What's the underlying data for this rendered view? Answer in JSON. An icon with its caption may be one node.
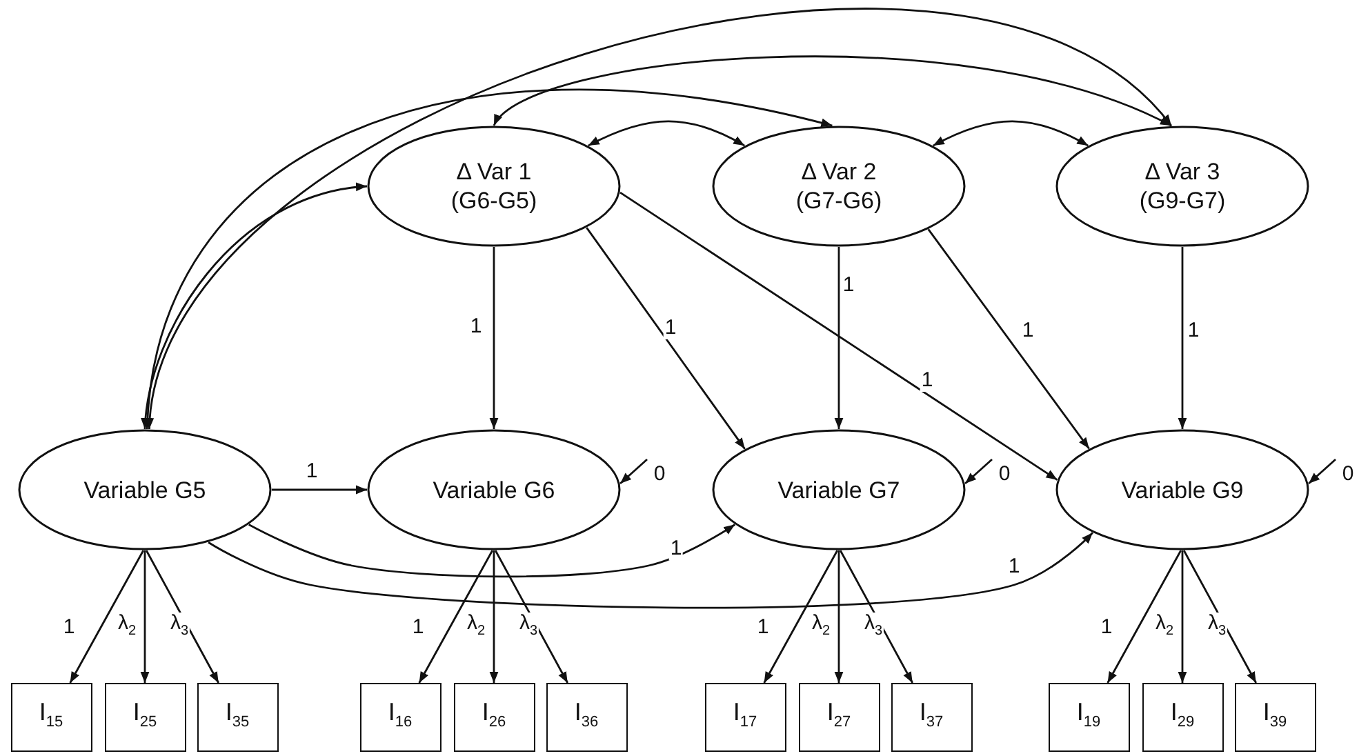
{
  "diagram": {
    "nodes": [
      {
        "text": [
          "Δ Var 1 (G6-G5)"
        ]
      },
      {
        "text": [
          "Δ Var 2 (G7-G6)"
        ]
      },
      {
        "text": [
          "Δ Var 3 (G9-G7)"
        ]
      },
      {
        "text": [
          "Variable G5"
        ]
      },
      {
        "text": [
          "Variable G6"
        ]
      },
      {
        "text": [
          "Variable G7"
        ]
      },
      {
        "text": [
          "Variable G9"
        ]
      },
      {
        "text": [
          "I$_{15}$"
        ]
      },
      {
        "text": [
          "I$_{25}$"
        ]
      },
      {
        "text": [
          "I$_{35}$"
        ]
      },
      {
        "text": [
          "I$_{16}$"
        ]
      },
      {
        "text": [
          "I$_{26}$"
        ]
      },
      {
        "text": [
          "I$_{36}$"
        ]
      },
      {
        "text": [
          "I$_{17}$"
        ]
      },
      {
        "text": [
          "I$_{27}$"
        ]
      },
      {
        "text": [
          "I$_{37}$"
        ]
      },
      {
        "text": [
          "I$_{19}$"
        ]
      },
      {
        "text": [
          "I$_{29}$"
        ]
      },
      {
        "text": [
          "I$_{39}$"
        ]
      }
    ],
    "edges": [
      {
        "from": 3,
        "to": 0,
        "arrow": "both"
      },
      {
        "from": 3,
        "to": 1,
        "arrow": "both"
      },
      {
        "from": 3,
        "to": 2,
        "arrow": "both"
      },
      {
        "from": 0,
        "to": 1,
        "arrow": "both"
      },
      {
        "from": 1,
        "to": 2,
        "arrow": "both"
      },
      {
        "from": 0,
        "to": 2,
        "arrow": "both"
      },
      {
        "from": 0,
        "to": 4,
        "arrow": "to",
        "label": "1"
      },
      {
        "from": 0,
        "to": 5,
        "arrow": "to",
        "label": "1"
      },
      {
        "from": 0,
        "to": 6,
        "arrow": "to",
        "label": "1"
      },
      {
        "from": 1,
        "to": 5,
        "arrow": "to",
        "label": "1"
      },
      {
        "from": 1,
        "to": 6,
        "arrow": "to",
        "label": "1"
      },
      {
        "from": 2,
        "to": 6,
        "arrow": "to",
        "label": "1"
      },
      {
        "from": 3,
        "to": 4,
        "arrow": "to",
        "label": "1"
      },
      {
        "from": 3,
        "to": 5,
        "arrow": "to",
        "label": "1"
      },
      {
        "from": 3,
        "to": 6,
        "arrow": "to",
        "label": "1"
      },
      {
        "from": null,
        "to": 4,
        "arrow": "to",
        "label": "0"
      },
      {
        "from": null,
        "to": 5,
        "arrow": "to",
        "label": "0"
      },
      {
        "from": null,
        "to": 6,
        "arrow": "to",
        "label": "0"
      },
      {
        "from": 3,
        "to": 7,
        "arrow": "to",
        "label": "1"
      },
      {
        "from": 3,
        "to": 8,
        "arrow": "to",
        "label": "λ$_{2}$"
      },
      {
        "from": 3,
        "to": 9,
        "arrow": "to",
        "label": "λ$_{3}$"
      },
      {
        "from": 4,
        "to": 10,
        "arrow": "to",
        "label": "1"
      },
      {
        "from": 4,
        "to": 11,
        "arrow": "to",
        "label": "λ$_{2}$"
      },
      {
        "from": 4,
        "to": 12,
        "arrow": "to",
        "label": "λ$_{3}$"
      },
      {
        "from": 5,
        "to": 13,
        "arrow": "to",
        "label": "1"
      },
      {
        "from": 5,
        "to": 14,
        "arrow": "to",
        "label": "λ$_{2}$"
      },
      {
        "from": 5,
        "to": 15,
        "arrow": "to",
        "label": "λ$_{3}$"
      },
      {
        "from": 6,
        "to": 16,
        "arrow": "to",
        "label": "1"
      },
      {
        "from": 6,
        "to": 17,
        "arrow": "to",
        "label": "λ$_{2}$"
      },
      {
        "from": 6,
        "to": 18,
        "arrow": "to",
        "label": "λ$_{3}$"
      }
    ]
  }
}
